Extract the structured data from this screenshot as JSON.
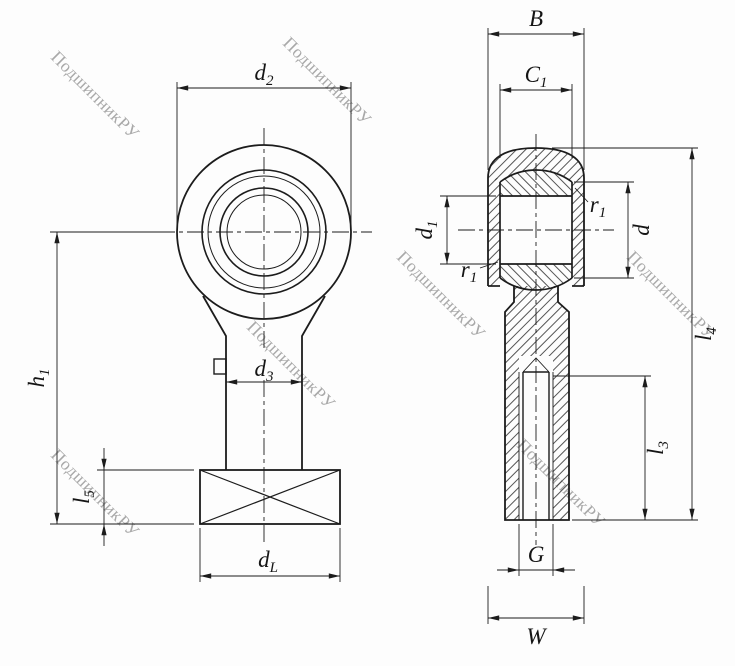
{
  "drawing": {
    "watermark": "ПодшипникРУ",
    "labels": {
      "d2": {
        "main": "d",
        "sub": "2"
      },
      "h1": {
        "main": "h",
        "sub": "1"
      },
      "d3": {
        "main": "d",
        "sub": "3"
      },
      "l5": {
        "main": "l",
        "sub": "5"
      },
      "dL": {
        "main": "d",
        "sub": "L"
      },
      "B": {
        "main": "B"
      },
      "C1": {
        "main": "C",
        "sub": "1"
      },
      "d1": {
        "main": "d",
        "sub": "1"
      },
      "r1": {
        "main": "r",
        "sub": "1"
      },
      "d": {
        "main": "d"
      },
      "l4": {
        "main": "l",
        "sub": "4"
      },
      "l3": {
        "main": "l",
        "sub": "3"
      },
      "G": {
        "main": "G"
      },
      "W": {
        "main": "W"
      }
    }
  }
}
